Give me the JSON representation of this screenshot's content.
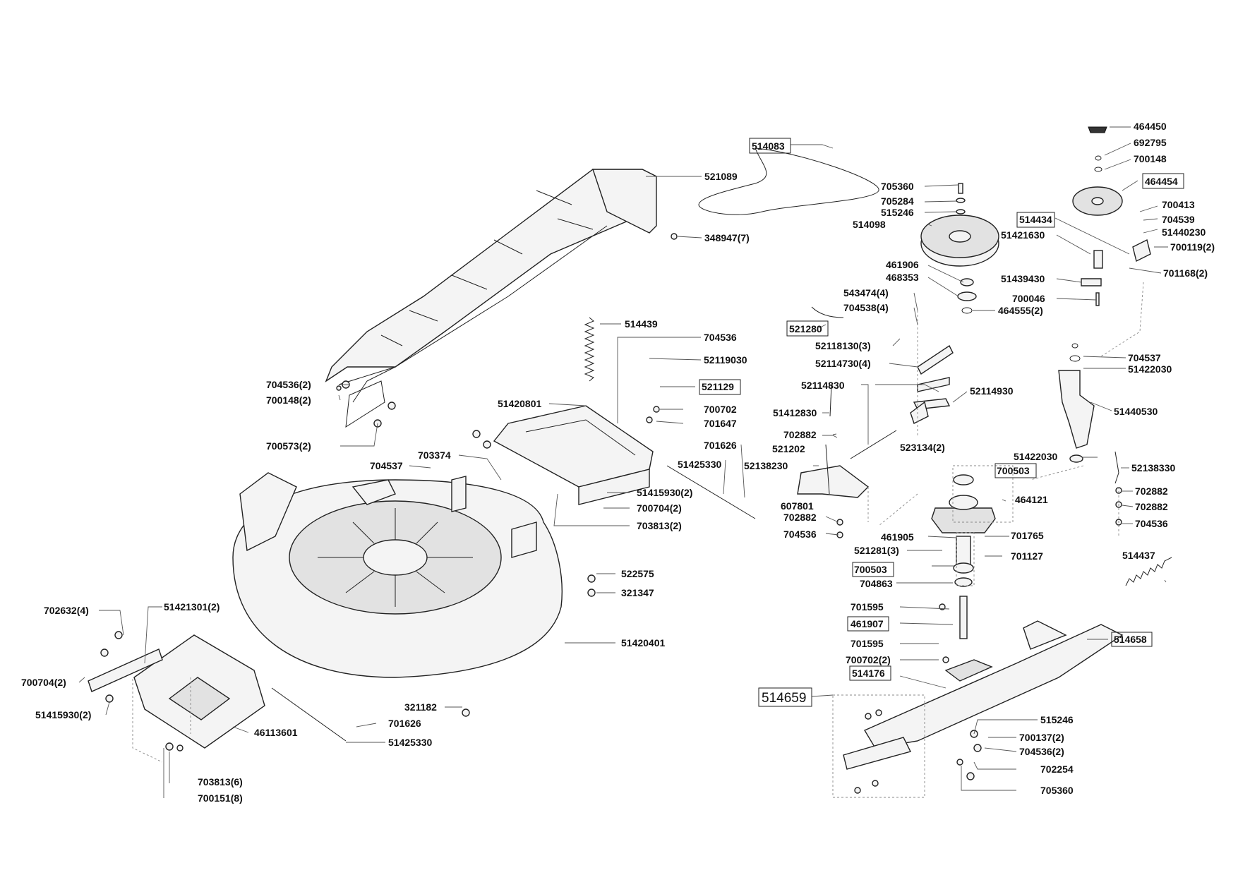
{
  "labels": {
    "l464450": "464450",
    "l692795": "692795",
    "l700148": "700148",
    "l464454": "464454",
    "l700413": "700413",
    "l704539": "704539",
    "l51440230": "51440230",
    "l700119_2": "700119(2)",
    "l701168_2": "701168(2)",
    "l514434": "514434",
    "l51421630": "51421630",
    "l51439430": "51439430",
    "l700046": "700046",
    "l514083": "514083",
    "l705360a": "705360",
    "l705284": "705284",
    "l515246a": "515246",
    "l514098": "514098",
    "l461906": "461906",
    "l468353": "468353",
    "l464555_2": "464555(2)",
    "l543474_4": "543474(4)",
    "l704538_4": "704538(4)",
    "l521280": "521280",
    "l52118130_3": "52118130(3)",
    "l52114730_4": "52114730(4)",
    "l52114830": "52114830",
    "l52114930": "52114930",
    "l51412830": "51412830",
    "l702882a": "702882",
    "l521202": "521202",
    "l523134_2": "523134(2)",
    "l52138230": "52138230",
    "l607801": "607801",
    "l702882b": "702882",
    "l704536a": "704536",
    "l704537a": "704537",
    "l51422030a": "51422030",
    "l51440530": "51440530",
    "l51422030b": "51422030",
    "l700503a": "700503",
    "l52138330": "52138330",
    "l702882c": "702882",
    "l702882d": "702882",
    "l704536b": "704536",
    "l464121": "464121",
    "l461905": "461905",
    "l521281_3": "521281(3)",
    "l701765": "701765",
    "l701127": "701127",
    "l700503b": "700503",
    "l704863": "704863",
    "l514437": "514437",
    "l701595a": "701595",
    "l461907": "461907",
    "l701595b": "701595",
    "l700702_2": "700702(2)",
    "l514176": "514176",
    "l514658": "514658",
    "l514659": "514659",
    "l515246b": "515246",
    "l700137_2": "700137(2)",
    "l704536_2b": "704536(2)",
    "l702254": "702254",
    "l705360b": "705360",
    "l521089": "521089",
    "l348947_7": "348947(7)",
    "l704536_2a": "704536(2)",
    "l700148_2": "700148(2)",
    "l700573_2": "700573(2)",
    "l514439": "514439",
    "l704536c": "704536",
    "l52119030": "52119030",
    "l521129": "521129",
    "l700702": "700702",
    "l701647": "701647",
    "l51420801": "51420801",
    "l703374": "703374",
    "l704537b": "704537",
    "l701626a": "701626",
    "l51425330a": "51425330",
    "l51415930_2a": "51415930(2)",
    "l700704_2a": "700704(2)",
    "l703813_2": "703813(2)",
    "l522575": "522575",
    "l321347": "321347",
    "l702632_4": "702632(4)",
    "l51421301_2": "51421301(2)",
    "l51420401": "51420401",
    "l700704_2b": "700704(2)",
    "l51415930_2b": "51415930(2)",
    "l321182": "321182",
    "l701626b": "701626",
    "l51425330b": "51425330",
    "l46113601": "46113601",
    "l703813_6": "703813(6)",
    "l700151_8": "700151(8)"
  }
}
